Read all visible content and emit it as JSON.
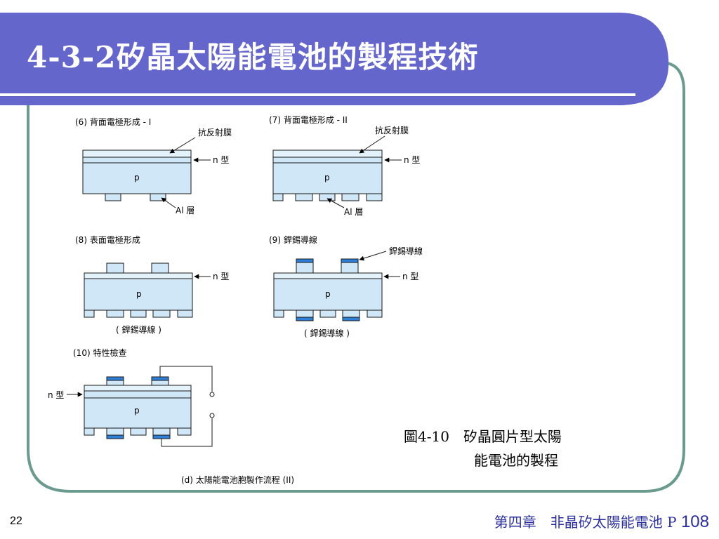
{
  "title": "4-3-2矽晶太陽能電池的製程技術",
  "slide_number": "22",
  "footer": {
    "chapter": "第四章　非晶矽太陽能電池",
    "page_prefix": "P",
    "page": "108"
  },
  "caption": {
    "line1": "圖4-10　矽晶圓片型太陽",
    "line2": "能電池的製程"
  },
  "colors": {
    "title_bar": "#6566cc",
    "frame_border": "#6b9a8e",
    "wafer_fill": "#cfe7f7",
    "layer_fill": "#e3f2fb",
    "solder_fill": "#2f7fd6",
    "footer_text": "#2b2f9c"
  },
  "diagram": {
    "step6": {
      "label": "(6) 背面電極形成 - I",
      "ar": "抗反射膜",
      "n": "n 型",
      "p": "p",
      "al": "Al 層"
    },
    "step7": {
      "label": "(7) 背面電極形成 - II",
      "ar": "抗反射膜",
      "n": "n 型",
      "p": "p",
      "al": "Al 層"
    },
    "step8": {
      "label": "(8) 表面電極形成",
      "n": "n 型",
      "p": "p",
      "bottom": "( 銲錫導線 )"
    },
    "step9": {
      "label": "(9) 銲錫導線",
      "solder": "銲錫導線",
      "n": "n 型",
      "p": "p",
      "bottom": "( 銲錫導線 )"
    },
    "step10": {
      "label": "(10) 特性檢查",
      "n": "n 型",
      "p": "p"
    },
    "caption": "(d) 太陽能電池胞製作流程 (II)"
  }
}
